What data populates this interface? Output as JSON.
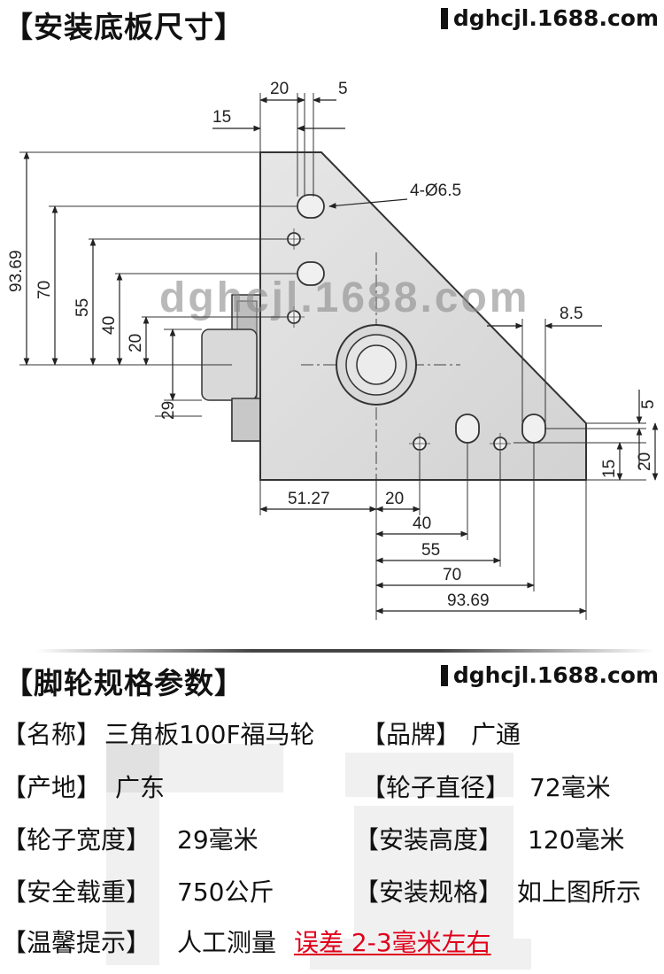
{
  "header": {
    "title": "【安装底板尺寸】",
    "site": "dghcjl.1688.com"
  },
  "drawing": {
    "watermark": "dghcjl.1688.com",
    "hole_label": "4-Ø6.5",
    "dims": {
      "top_20": "20",
      "top_5": "5",
      "top_15": "15",
      "left_9369": "93.69",
      "left_70": "70",
      "left_55": "55",
      "left_40": "40",
      "left_20": "20",
      "left_29": "29",
      "right_85": "8.5",
      "right_5": "5",
      "right_20": "20",
      "right_15": "15",
      "bottom_5127": "51.27",
      "bottom_20": "20",
      "bottom_40": "40",
      "bottom_55": "55",
      "bottom_70": "70",
      "bottom_9369": "93.69"
    }
  },
  "specs": {
    "title": "【脚轮规格参数】",
    "site": "dghcjl.1688.com",
    "name_label": "【名称】",
    "name_value": "三角板100F福马轮",
    "brand_label": "【品牌】",
    "brand_value": "广通",
    "origin_label": "【产地】",
    "origin_value": "广东",
    "diameter_label": "【轮子直径】",
    "diameter_value": "72毫米",
    "width_label": "【轮子宽度】",
    "width_value": "29毫米",
    "height_label": "【安装高度】",
    "height_value": "120毫米",
    "load_label": "【安全载重】",
    "load_value": "750公斤",
    "spec_label": "【安装规格】",
    "spec_value": "如上图所示",
    "tip_label": "【温馨提示】",
    "tip_text": "人工测量",
    "tip_warning": "误差 2-3毫米左右"
  }
}
